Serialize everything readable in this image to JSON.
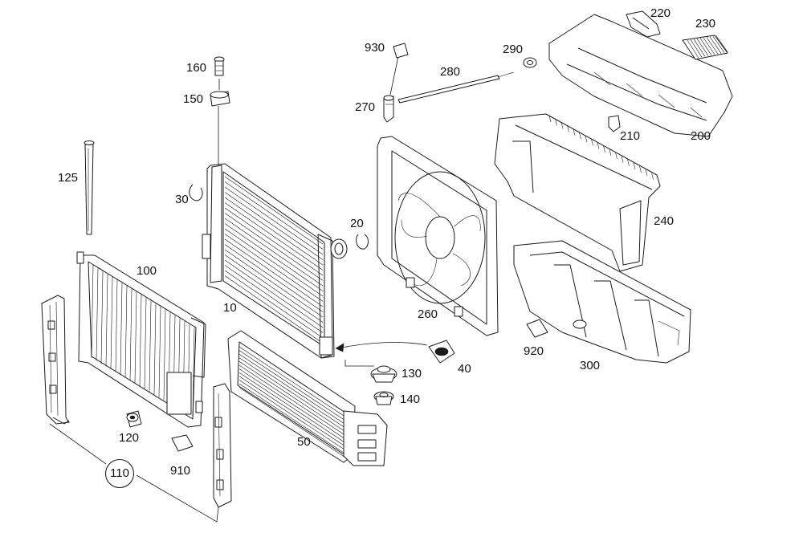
{
  "diagram": {
    "callouts": {
      "p10": "10",
      "p20": "20",
      "p30": "30",
      "p40": "40",
      "p50": "50",
      "p100": "100",
      "p110": "110",
      "p120": "120",
      "p125": "125",
      "p130": "130",
      "p140": "140",
      "p150": "150",
      "p160": "160",
      "p200": "200",
      "p210": "210",
      "p220": "220",
      "p230": "230",
      "p240": "240",
      "p260": "260",
      "p270": "270",
      "p280": "280",
      "p290": "290",
      "p300": "300",
      "p910": "910",
      "p920": "920",
      "p930": "930"
    }
  }
}
